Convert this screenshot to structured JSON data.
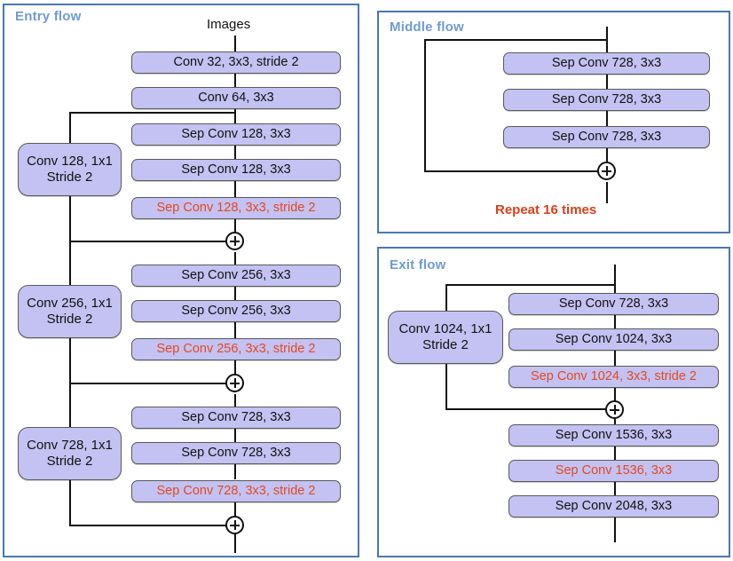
{
  "diagram": {
    "title_color": "#6e9bd2",
    "accent_red": "#e4491f",
    "block_fill": "#c3c2f2",
    "panel_border": "#4a77b4"
  },
  "entry_flow": {
    "title": "Entry  flow",
    "input_label": "Images",
    "blocks": [
      {
        "label": "Conv 32, 3x3, stride 2",
        "red": false
      },
      {
        "label": "Conv 64, 3x3",
        "red": false
      },
      {
        "label": "Sep Conv 128, 3x3",
        "red": false
      },
      {
        "label": "Sep Conv 128, 3x3",
        "red": false
      },
      {
        "label": "Sep Conv 128, 3x3, stride 2",
        "red": true
      },
      {
        "label": "Sep Conv 256, 3x3",
        "red": false
      },
      {
        "label": "Sep Conv 256, 3x3",
        "red": false
      },
      {
        "label": "Sep Conv 256, 3x3, stride 2",
        "red": true
      },
      {
        "label": "Sep Conv 728, 3x3",
        "red": false
      },
      {
        "label": "Sep Conv 728, 3x3",
        "red": false
      },
      {
        "label": "Sep Conv 728, 3x3, stride 2",
        "red": true
      }
    ],
    "residuals": [
      {
        "label": "Conv 128, 1x1\nStride 2"
      },
      {
        "label": "Conv 256, 1x1\nStride 2"
      },
      {
        "label": "Conv 728, 1x1\nStride 2"
      }
    ],
    "merge_symbol": "plus"
  },
  "middle_flow": {
    "title": "Middle  flow",
    "blocks": [
      {
        "label": "Sep Conv 728, 3x3",
        "red": false
      },
      {
        "label": "Sep Conv 728, 3x3",
        "red": false
      },
      {
        "label": "Sep Conv 728, 3x3",
        "red": false
      }
    ],
    "repeat_note": "Repeat 16 times",
    "merge_symbol": "plus"
  },
  "exit_flow": {
    "title": "Exit  flow",
    "blocks": [
      {
        "label": "Sep Conv 728, 3x3",
        "red": false
      },
      {
        "label": "Sep Conv 1024, 3x3",
        "red": false
      },
      {
        "label": "Sep Conv 1024, 3x3, stride 2",
        "red": true
      },
      {
        "label": "Sep Conv 1536, 3x3",
        "red": false
      },
      {
        "label": "Sep Conv 1536, 3x3",
        "red": true
      },
      {
        "label": "Sep Conv 2048, 3x3",
        "red": false
      }
    ],
    "residuals": [
      {
        "label": "Conv 1024, 1x1\nStride 2"
      }
    ],
    "merge_symbol": "plus"
  }
}
